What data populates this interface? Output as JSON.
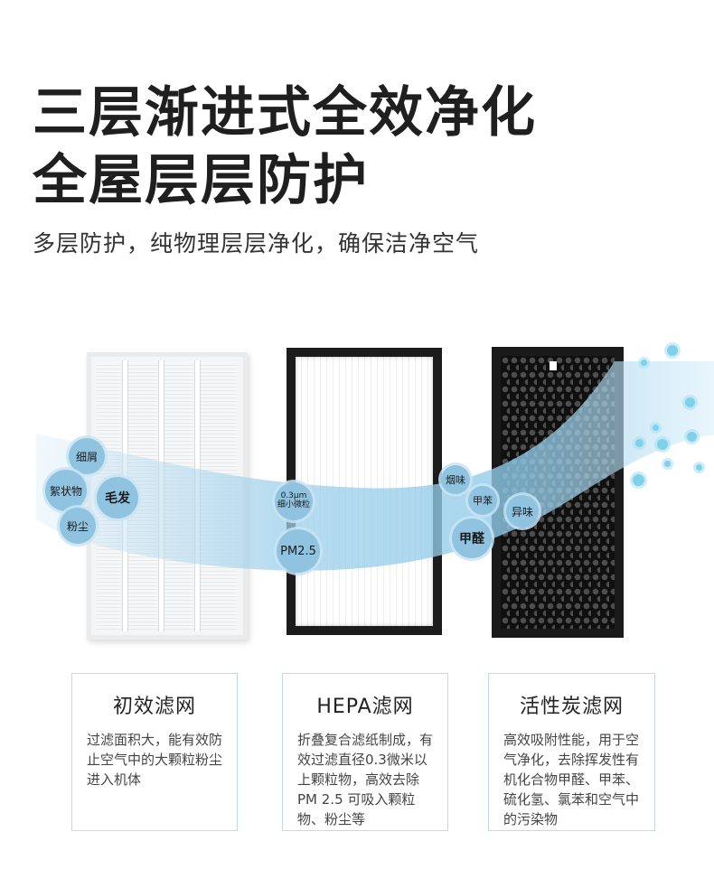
{
  "headline": {
    "line1": "三层渐进式全效净化",
    "line2": "全屋层层防护",
    "subtitle": "多层防护，纯物理层层净化，确保洁净空气"
  },
  "bubbles": {
    "xixie": "细屑",
    "xuzhuang": "絮状物",
    "maofa": "毛发",
    "fenchen": "粉尘",
    "micro_line1": "0.3μm",
    "micro_line2": "细小微粒",
    "pm25": "PM2.5",
    "yanwei": "烟味",
    "jiaben": "甲苯",
    "yiwei": "异味",
    "jiaquan": "甲醛"
  },
  "cards": [
    {
      "title": "初效滤网",
      "desc": "过滤面积大，能有效防止空气中的大颗粒粉尘进入机体"
    },
    {
      "title": "HEPA滤网",
      "desc": "折叠复合滤纸制成，有效过滤直径0.3微米以上颗粒物，高效去除PM 2.5 可吸入颗粒物、粉尘等"
    },
    {
      "title": "活性炭滤网",
      "desc": "高效吸附性能，用于空气净化，去除挥发性有机化合物甲醛、甲苯、硫化氢、氯苯和空气中的污染物"
    }
  ],
  "colors": {
    "accent": "#8fc3e0",
    "flow": "#a9d4ec",
    "card_border": "#bcdcec"
  }
}
